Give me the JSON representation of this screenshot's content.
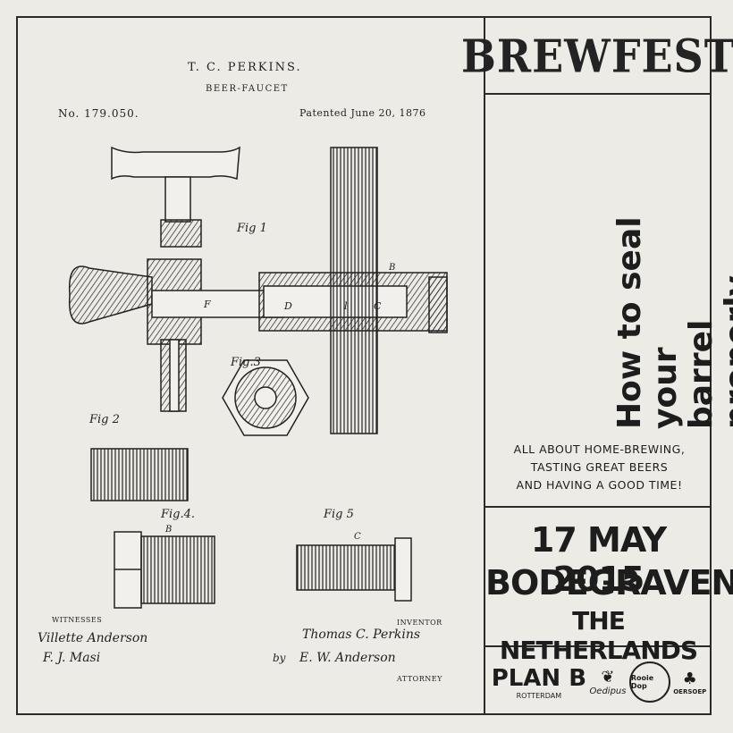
{
  "patent": {
    "inventor_header": "T. C. PERKINS.",
    "invention_title": "BEER-FAUCET",
    "patent_number": "No. 179.050.",
    "patent_date": "Patented June 20, 1876",
    "fig_labels": [
      "Fig 1",
      "Fig.3",
      "Fig 2",
      "Fig.4.",
      "Fig 5"
    ],
    "part_letters": [
      "F",
      "D",
      "l",
      "C",
      "B",
      "B",
      "C"
    ],
    "witnesses_label": "WITNESSES",
    "witness_signatures": [
      "Villette Anderson",
      "F. J. Masi"
    ],
    "inventor_label": "INVENTOR",
    "inventor_signature": "Thomas C. Perkins",
    "attorney_by": "by",
    "attorney_signature": "E. W. Anderson",
    "attorney_label": "ATTORNEY"
  },
  "brand": "BREWFEST",
  "headline_lines": [
    "How to seal your",
    "barrel properly"
  ],
  "tagline_lines": [
    "ALL ABOUT HOME-BREWING,",
    "TASTING GREAT BEERS",
    "AND HAVING A GOOD TIME!"
  ],
  "event": {
    "date": "17 MAY 2015",
    "city": "BODEGRAVEN",
    "country": "THE NETHERLANDS"
  },
  "sponsors": [
    {
      "name": "PLAN B",
      "sub": "ROTTERDAM"
    },
    {
      "name": "Oedipus"
    },
    {
      "name": "Rooie Dop"
    },
    {
      "name": "OERSOEP"
    }
  ],
  "colors": {
    "paper": "#ecebe6",
    "ink": "#1d1d1d"
  }
}
